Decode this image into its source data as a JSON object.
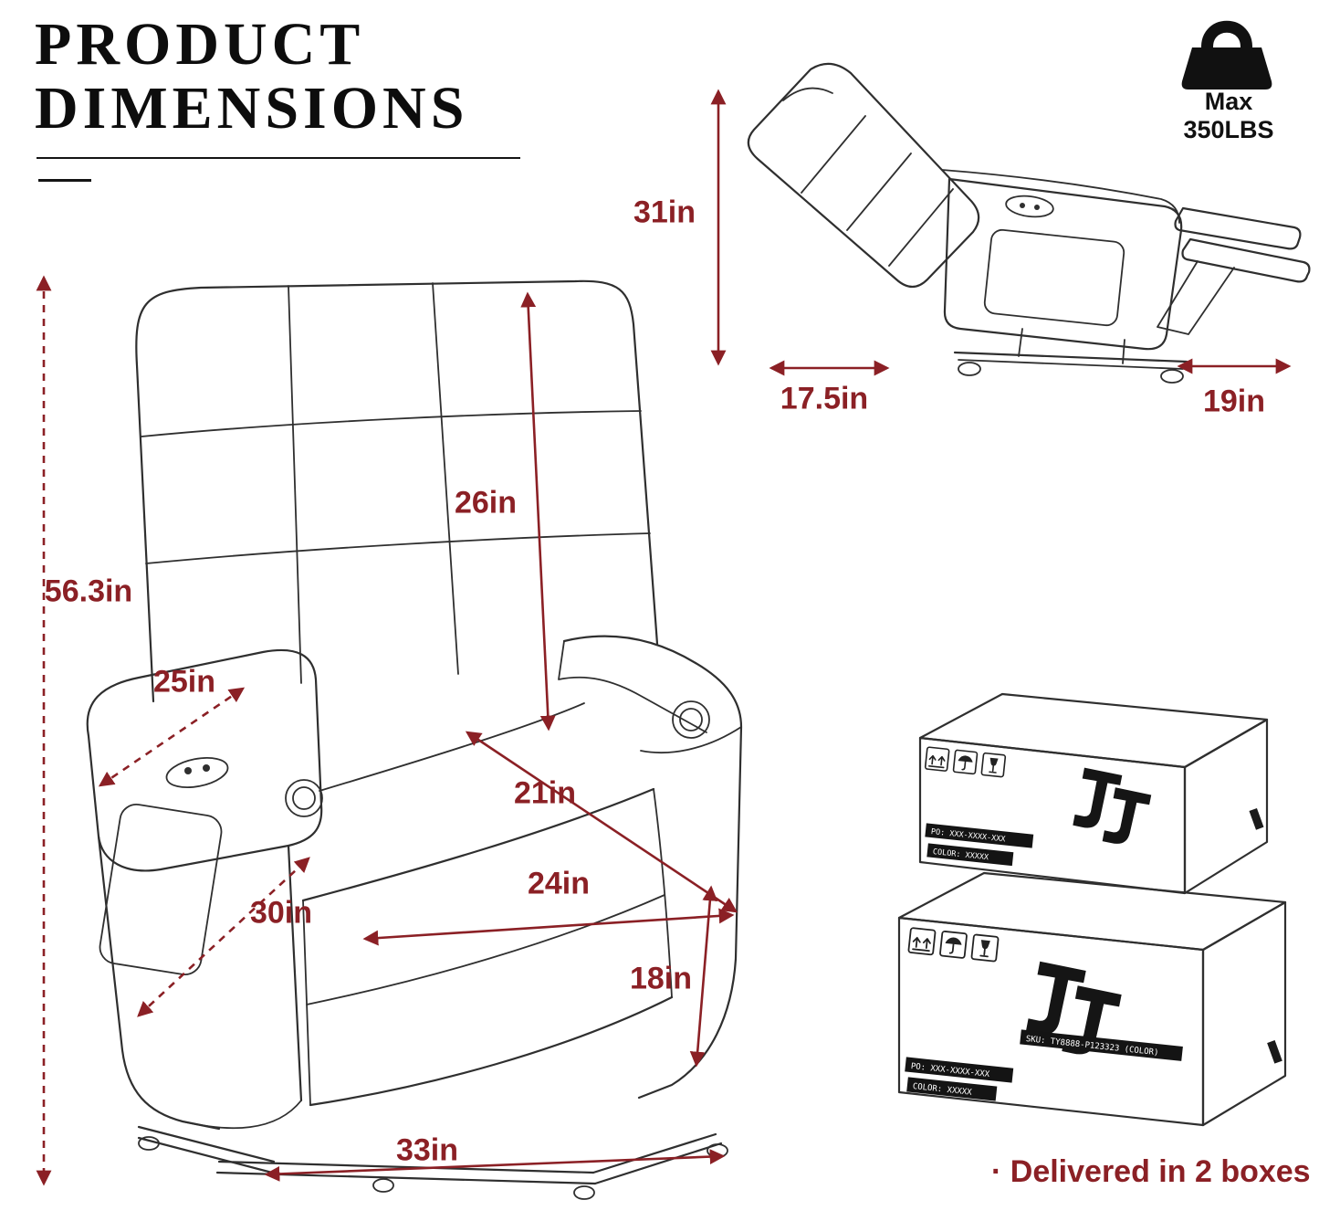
{
  "title": {
    "line1": "PRODUCT",
    "line2": "DIMENSIONS"
  },
  "weight_badge": {
    "line1": "Max",
    "line2": "350LBS"
  },
  "reclined_view": {
    "height": "31in",
    "back_depth": "17.5in",
    "footrest_extension": "19in"
  },
  "front_view": {
    "overall_height": "56.3in",
    "back_height": "26in",
    "arm_diagonal": "25in",
    "seat_depth": "21in",
    "side_diagonal": "30in",
    "seat_width": "24in",
    "seat_front_height": "18in",
    "base_width": "33in"
  },
  "delivery": {
    "note": "· Delivered in 2 boxes"
  },
  "box_labels": {
    "sku": "SKU: TY8888-P123323 (COLOR)",
    "po": "PO: XXX-XXXX-XXX",
    "color": "COLOR: XXXXX"
  },
  "icons": {
    "weight": "kettlebell-weight-icon",
    "handling": [
      "this-way-up-icon",
      "keep-dry-icon",
      "fragile-glass-icon"
    ],
    "logo": "brand-logo"
  },
  "colors": {
    "dimension_red": "#8b2025",
    "line_ink": "#2f2f2f",
    "text_black": "#111111",
    "background": "#ffffff"
  }
}
